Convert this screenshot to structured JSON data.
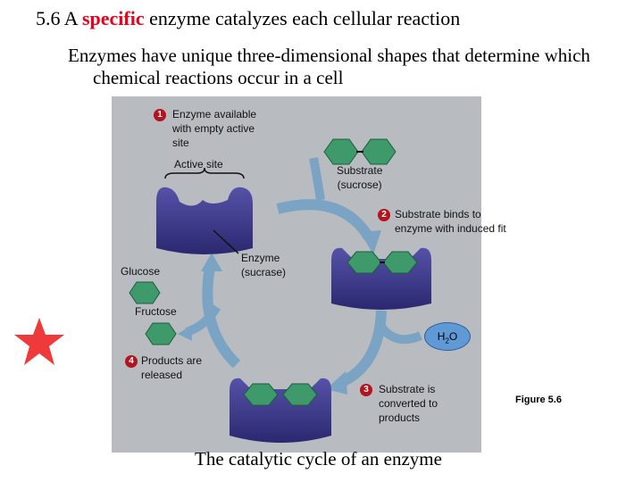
{
  "slide": {
    "title_prefix": "5.6 A",
    "title_accent": "specific",
    "title_suffix": "enzyme catalyzes each cellular reaction",
    "subtitle": "Enzymes have unique three-dimensional shapes that determine which chemical reactions occur in a cell",
    "caption": "The catalytic cycle of an enzyme",
    "figure_label": "Figure 5.6"
  },
  "diagram": {
    "step1": {
      "number": "1",
      "text_lines": [
        "Enzyme available",
        "with empty active",
        "site"
      ]
    },
    "active_site_label": "Active site",
    "substrate_label_lines": [
      "Substrate",
      "(sucrose)"
    ],
    "step2": {
      "number": "2",
      "text_lines": [
        "Substrate binds to",
        "enzyme with induced fit"
      ]
    },
    "enzyme_label_lines": [
      "Enzyme",
      "(sucrase)"
    ],
    "glucose_label": "Glucose",
    "fructose_label": "Fructose",
    "water": {
      "base": "H",
      "subscript": "2",
      "suffix": "O"
    },
    "step3": {
      "number": "3",
      "text_lines": [
        "Substrate is",
        "converted to",
        "products"
      ]
    },
    "step4": {
      "number": "4",
      "text_lines": [
        "Products are",
        "released"
      ]
    }
  },
  "colors": {
    "accent_red": "#e8001c",
    "enzyme_blue": "#3a3688",
    "molecule_green": "#3e9a6a",
    "arrow_blue": "#7aa3c4",
    "figure_bg": "#b8bcc1",
    "step_marker": "#b3141d",
    "water_blue": "#5f99d6",
    "star_red": "#ee3a3a"
  },
  "icons": [
    "star-icon"
  ]
}
